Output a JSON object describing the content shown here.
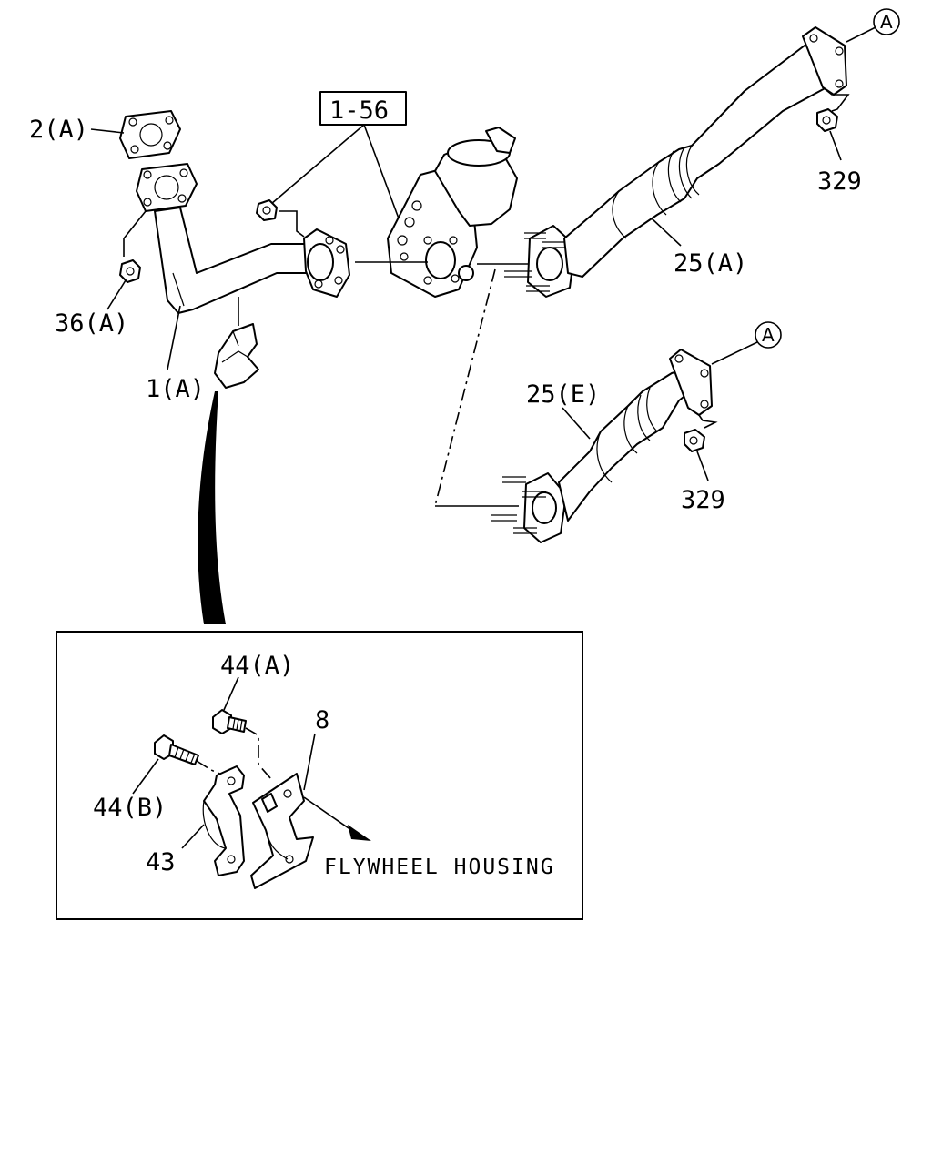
{
  "labels": {
    "gasket_2a": "2(A)",
    "nut_36a": "36(A)",
    "pipe_1a": "1(A)",
    "ref_1_56": "1-56",
    "pipe_25a": "25(A)",
    "pipe_25e": "25(E)",
    "nut_329_top": "329",
    "nut_329_bottom": "329",
    "conn_a_top": "A",
    "conn_a_mid": "A",
    "bolt_44a": "44(A)",
    "bolt_44b": "44(B)",
    "bracket_8": "8",
    "clamp_43": "43",
    "flywheel_housing": "FLYWHEEL HOUSING"
  }
}
